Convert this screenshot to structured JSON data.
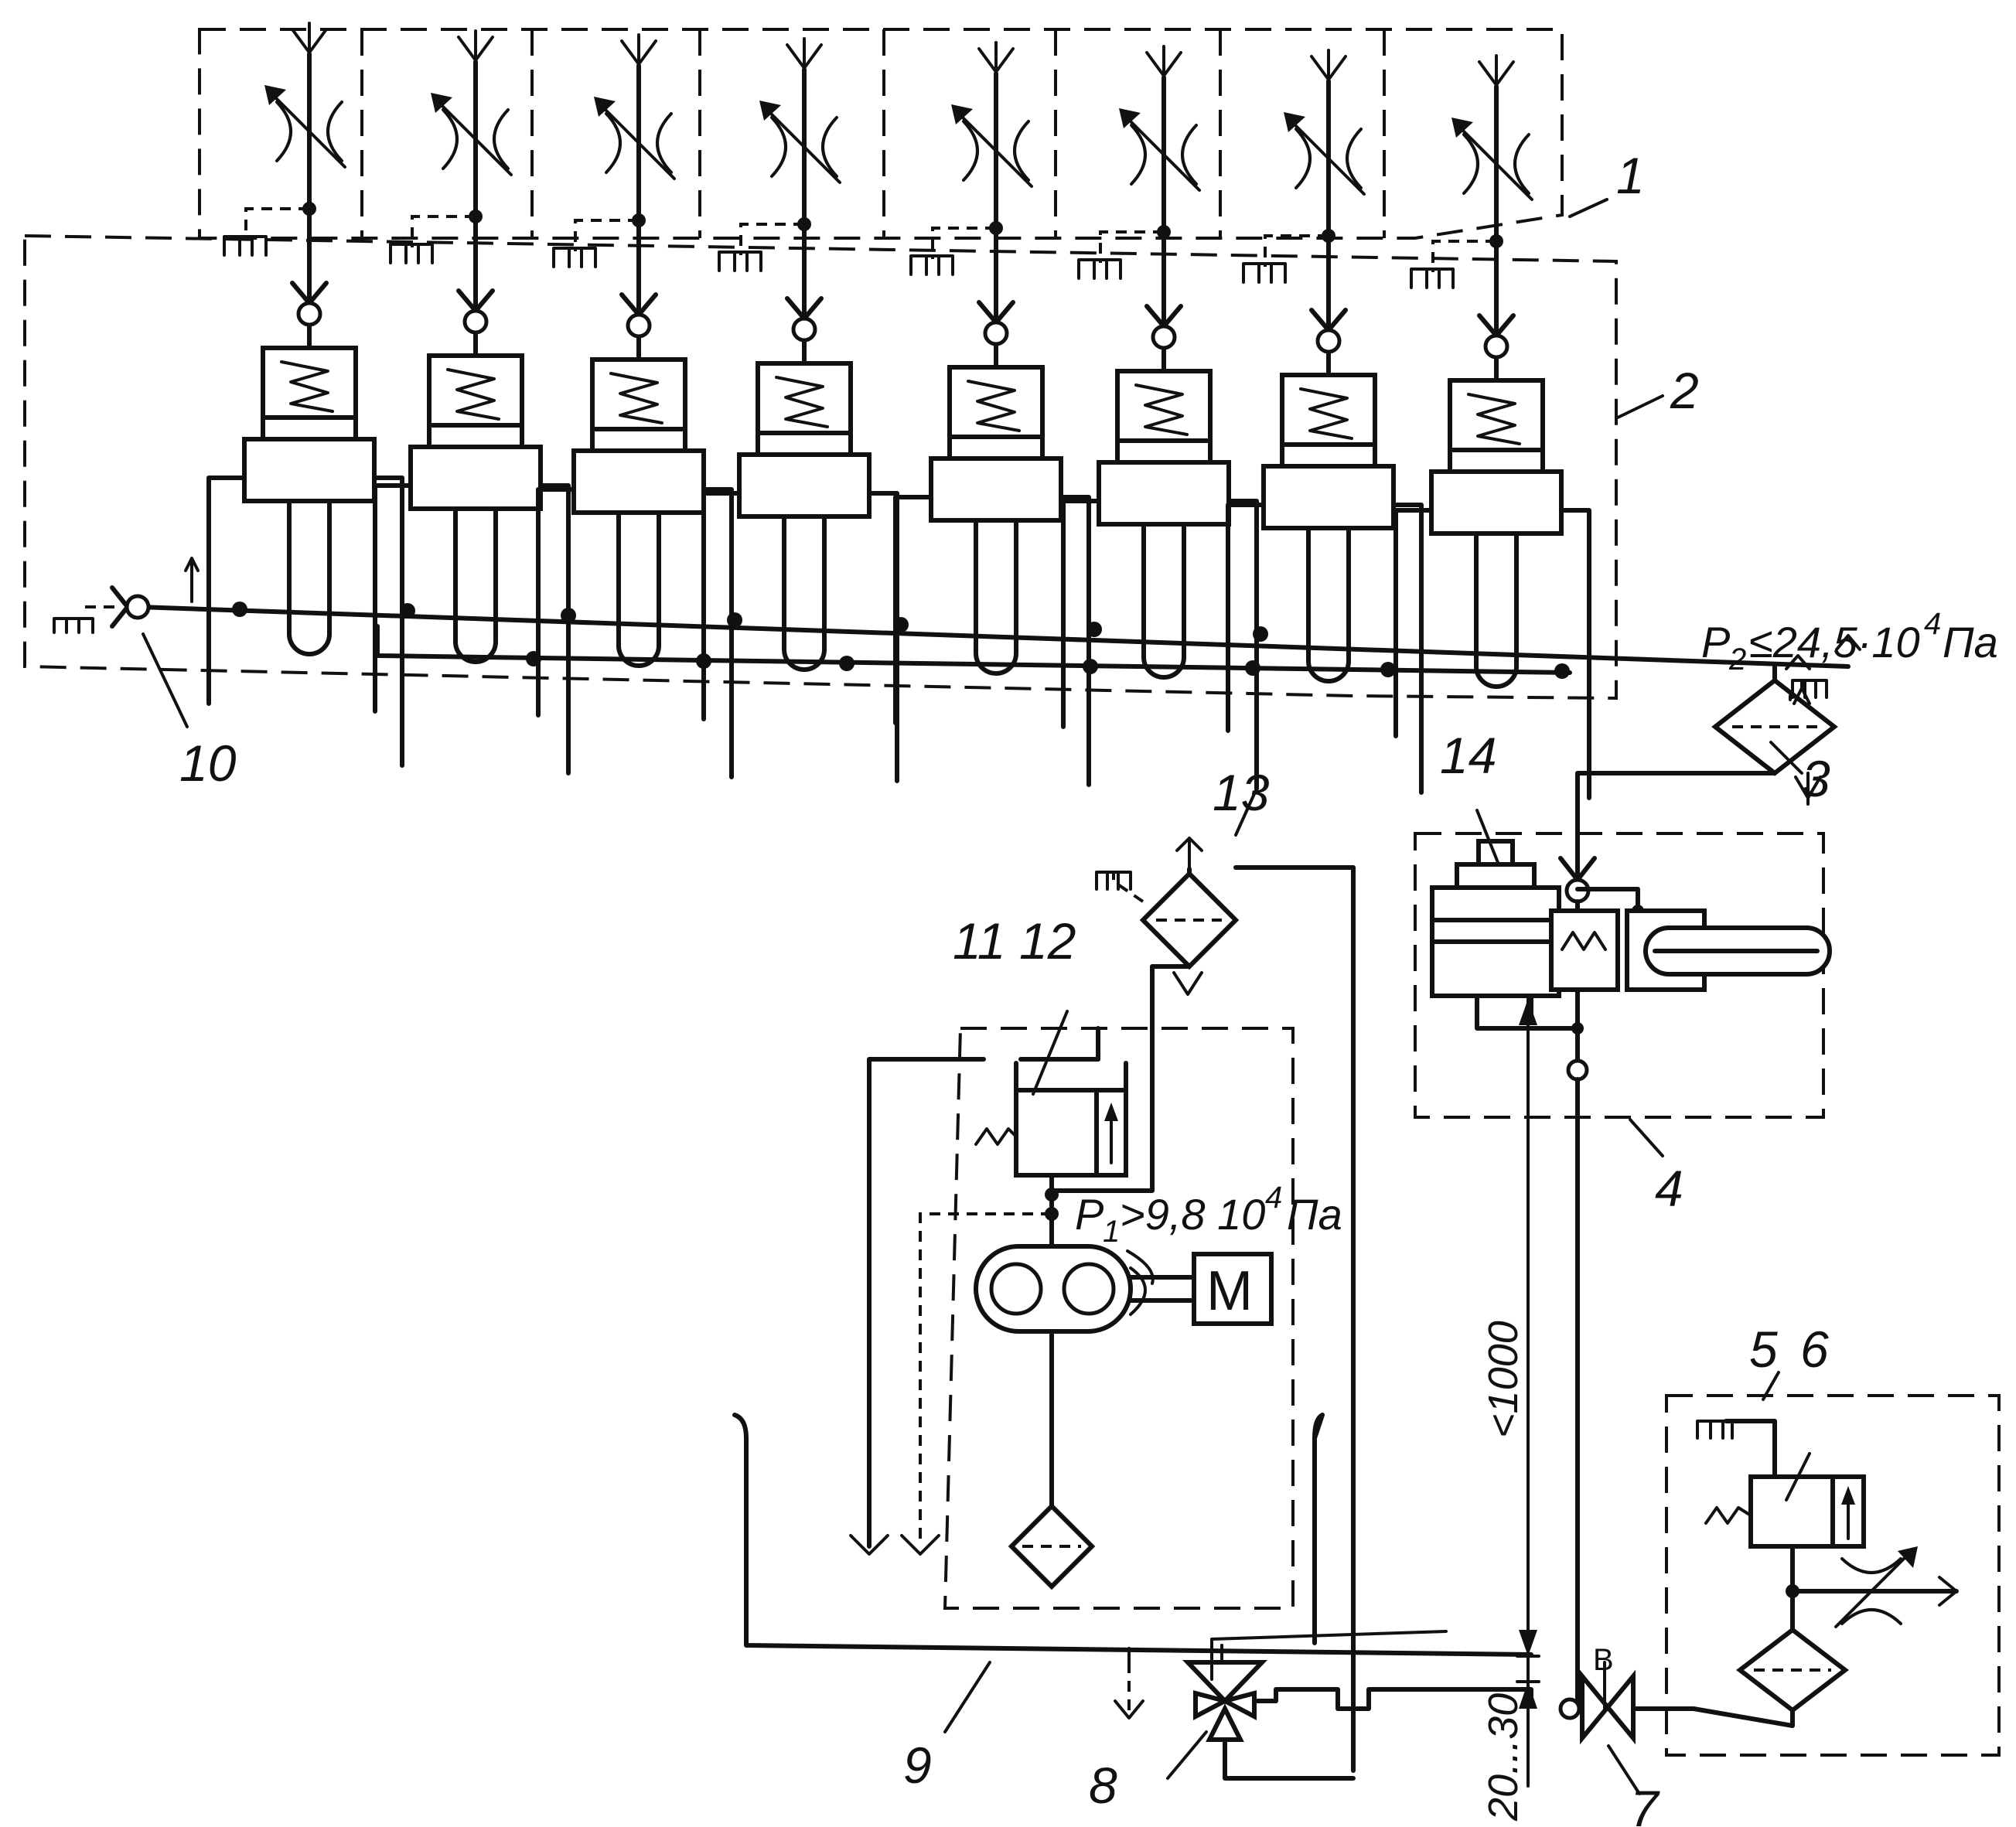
{
  "labels": {
    "l1": "1",
    "l2": "2",
    "l3": "3",
    "l4": "4",
    "l5": "5",
    "l6": "6",
    "l7": "7",
    "l8": "8",
    "l9": "9",
    "l10": "10",
    "l11": "11",
    "l12": "12",
    "l13": "13",
    "l14": "14"
  },
  "formulas": {
    "p2_label": "P",
    "p2_sub": "2",
    "p2_value": "≤24,5·10",
    "p2_exp": "4",
    "p2_unit": "Па",
    "p1_label": "P",
    "p1_sub": "1",
    "p1_value": ">9,8 10",
    "p1_exp": "4",
    "p1_unit": "Па"
  },
  "dimensions": {
    "height_limit": "<1000",
    "gap_range": "20...30"
  },
  "symbols": {
    "motor": "M",
    "valve_mark": "B"
  }
}
